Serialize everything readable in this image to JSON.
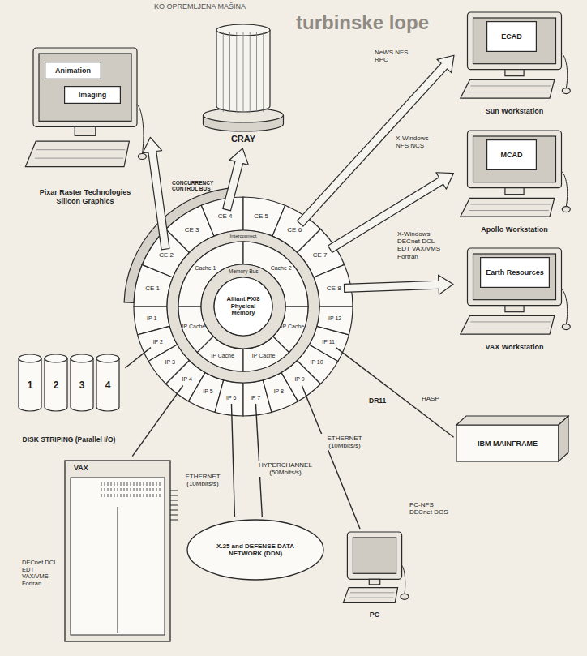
{
  "diagram": {
    "nodes": [
      {
        "text": [
          "CRAY"
        ]
      },
      {
        "text": [
          "Pixar Raster Technologies Silicon Graphics"
        ]
      },
      {
        "text": [
          "Animation"
        ],
        "in": 1
      },
      {
        "text": [
          "Imaging"
        ],
        "in": 1
      },
      {
        "text": [
          "Sun Workstation"
        ]
      },
      {
        "text": [
          "ECAD"
        ],
        "in": 4
      },
      {
        "text": [
          "Apollo Workstation"
        ]
      },
      {
        "text": [
          "MCAD"
        ],
        "in": 6
      },
      {
        "text": [
          "VAX Workstation"
        ]
      },
      {
        "text": [
          "Earth Resources"
        ],
        "in": 8
      },
      {
        "text": [
          "Alliant FX/8 Physical Memory"
        ]
      },
      {
        "text": [
          "Memory Bus"
        ]
      },
      {
        "text": [
          "Interconnect"
        ]
      },
      {
        "text": [
          "Cache 1"
        ]
      },
      {
        "text": [
          "Cache 2"
        ]
      },
      {
        "text": [
          "IP Cache"
        ]
      },
      {
        "text": [
          "IP Cache"
        ]
      },
      {
        "text": [
          "IP Cache"
        ]
      },
      {
        "text": [
          "IP Cache"
        ]
      },
      {
        "text": [
          "CE 1"
        ]
      },
      {
        "text": [
          "CE 2"
        ]
      },
      {
        "text": [
          "CE 3"
        ]
      },
      {
        "text": [
          "CE 4"
        ]
      },
      {
        "text": [
          "CE 5"
        ]
      },
      {
        "text": [
          "CE 6"
        ]
      },
      {
        "text": [
          "CE 7"
        ]
      },
      {
        "text": [
          "CE 8"
        ]
      },
      {
        "text": [
          "IP 1"
        ]
      },
      {
        "text": [
          "IP 2"
        ]
      },
      {
        "text": [
          "IP 3"
        ]
      },
      {
        "text": [
          "IP 4"
        ]
      },
      {
        "text": [
          "IP 5"
        ]
      },
      {
        "text": [
          "IP 6"
        ]
      },
      {
        "text": [
          "IP 7"
        ]
      },
      {
        "text": [
          "IP 8"
        ]
      },
      {
        "text": [
          "IP 9"
        ]
      },
      {
        "text": [
          "IP 10"
        ]
      },
      {
        "text": [
          "IP 11"
        ]
      },
      {
        "text": [
          "IP 12"
        ]
      },
      {
        "text": [
          "DISK STRIPING (Parallel I/O)"
        ]
      },
      {
        "text": [
          "1"
        ],
        "in": 39
      },
      {
        "text": [
          "2"
        ],
        "in": 39
      },
      {
        "text": [
          "3"
        ],
        "in": 39
      },
      {
        "text": [
          "4"
        ],
        "in": 39
      },
      {
        "text": [
          "VAX"
        ]
      },
      {
        "text": [
          "X.25 and DEFENSE DATA NETWORK (DDN)"
        ]
      },
      {
        "text": [
          "PC"
        ]
      },
      {
        "text": [
          "IBM MAINFRAME"
        ]
      }
    ],
    "edges": [
      {
        "from": 20,
        "to": 1,
        "arrow": "to"
      },
      {
        "from": 22,
        "to": 0,
        "arrow": "to"
      },
      {
        "from": 24,
        "to": 4,
        "arrow": "to"
      },
      {
        "from": 25,
        "to": 6,
        "arrow": "to"
      },
      {
        "from": 26,
        "to": 8,
        "arrow": "to"
      },
      {
        "from": 28,
        "to": 39,
        "arrow": "none"
      },
      {
        "from": 30,
        "to": 44,
        "arrow": "none"
      },
      {
        "from": 32,
        "to": 45,
        "label": "ETHERNET (10Mbits/s)",
        "arrow": "none"
      },
      {
        "from": 33,
        "to": 45,
        "label": "HYPERCHANNEL (50Mbits/s)",
        "arrow": "none"
      },
      {
        "from": 35,
        "to": 46,
        "label": "ETHERNET (10Mbits/s)",
        "arrow": "none"
      },
      {
        "from": 37,
        "to": 47,
        "arrow": "none"
      }
    ],
    "labels": [
      "KO OPREMLJENA MAŠINA",
      "turbinske lope",
      "CONCURRENCY CONTROL BUS",
      "NeWS NFS RPC",
      "X-Windows NFS NCS",
      "X-Windows DECnet DCL EDT VAX/VMS Fortran",
      "DECnet DCL EDT VAX/VMS Fortran",
      "DR11",
      "HASP",
      "PC-NFS DECnet DOS"
    ]
  }
}
